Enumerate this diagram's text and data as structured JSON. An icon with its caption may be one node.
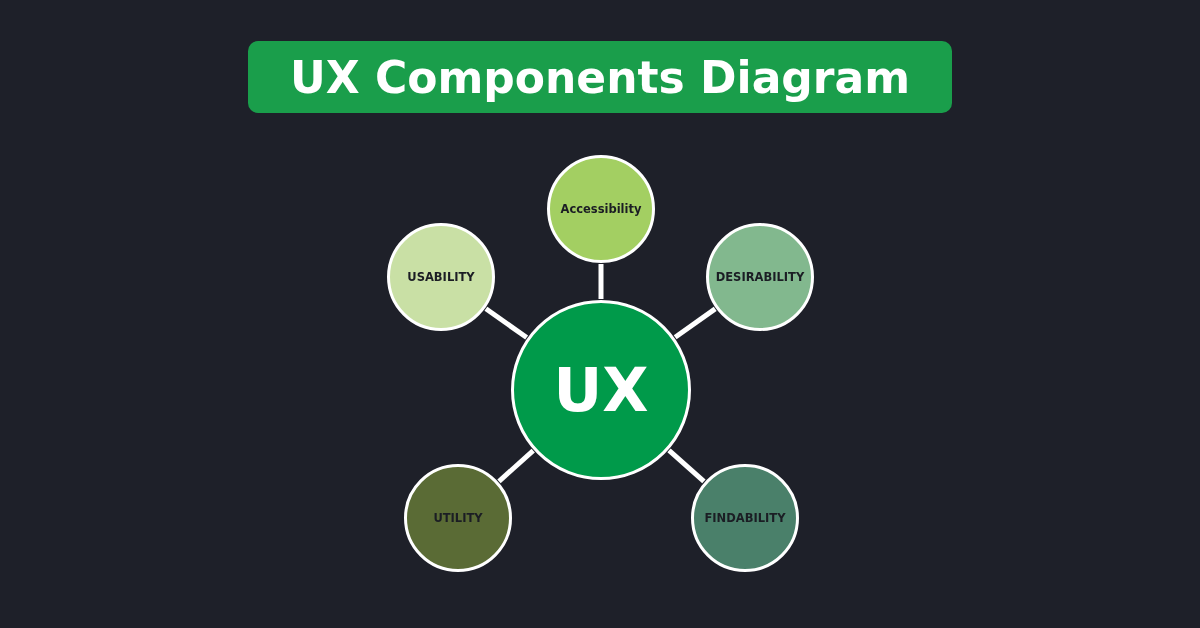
{
  "diagram": {
    "title": "UX Components Diagram",
    "nodes": [
      {
        "text": [
          "Accessibility"
        ]
      },
      {
        "text": [
          "USABILITY"
        ]
      },
      {
        "text": [
          "DESIRABILITY"
        ]
      },
      {
        "text": [
          "UX"
        ]
      },
      {
        "text": [
          "UTILITY"
        ]
      },
      {
        "text": [
          "FINDABILITY"
        ]
      }
    ],
    "edges": [
      {
        "from": 3,
        "to": 0,
        "arrow": "none"
      },
      {
        "from": 3,
        "to": 1,
        "arrow": "none"
      },
      {
        "from": 3,
        "to": 2,
        "arrow": "none"
      },
      {
        "from": 3,
        "to": 4,
        "arrow": "none"
      },
      {
        "from": 3,
        "to": 5,
        "arrow": "none"
      }
    ]
  }
}
